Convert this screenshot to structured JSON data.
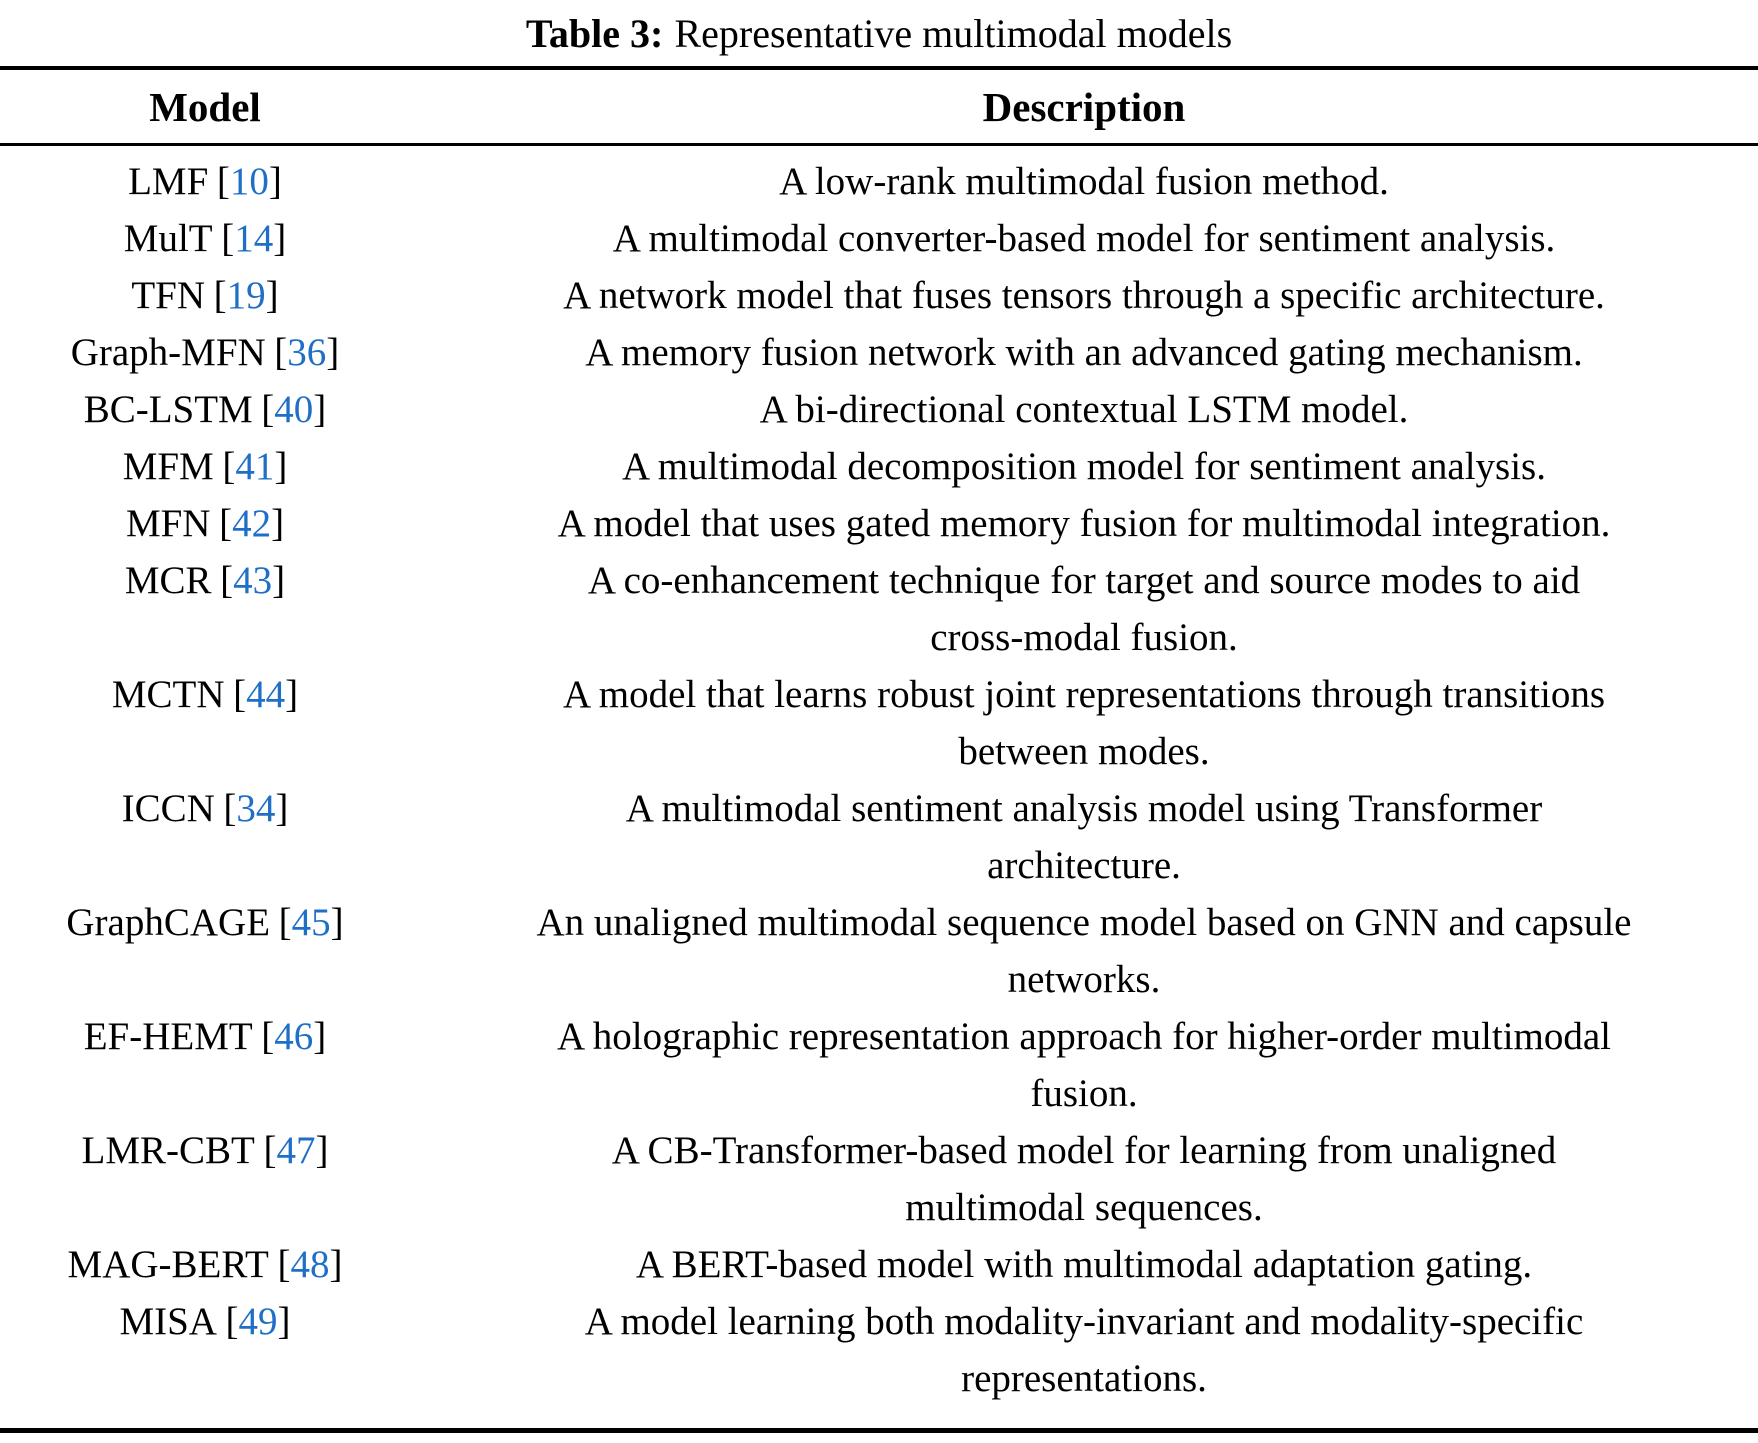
{
  "caption": {
    "label": "Table 3:",
    "text": "Representative multimodal models"
  },
  "colors": {
    "citation_link": "#1f6fc6",
    "text": "#000000",
    "background": "#ffffff"
  },
  "table": {
    "citation_brackets": [
      "[",
      "]"
    ],
    "headers": {
      "model": "Model",
      "description": "Description"
    },
    "rows": [
      {
        "model": "LMF",
        "cite": "10",
        "description": "A low-rank multimodal fusion method."
      },
      {
        "model": "MulT",
        "cite": "14",
        "description": "A multimodal converter-based model for sentiment analysis."
      },
      {
        "model": "TFN",
        "cite": "19",
        "description": "A network model that fuses tensors through a specific architecture."
      },
      {
        "model": "Graph-MFN",
        "cite": "36",
        "description": "A memory fusion network with an advanced gating mechanism."
      },
      {
        "model": "BC-LSTM",
        "cite": "40",
        "description": "A bi-directional contextual LSTM model."
      },
      {
        "model": "MFM",
        "cite": "41",
        "description": "A multimodal decomposition model for sentiment analysis."
      },
      {
        "model": "MFN",
        "cite": "42",
        "description": "A model that uses gated memory fusion for multimodal integration."
      },
      {
        "model": "MCR",
        "cite": "43",
        "description": "A co-enhancement technique for target and source modes to aid\ncross-modal fusion."
      },
      {
        "model": "MCTN",
        "cite": "44",
        "description": "A model that learns robust joint representations through transitions\nbetween modes."
      },
      {
        "model": "ICCN",
        "cite": "34",
        "description": "A multimodal sentiment analysis model using Transformer\narchitecture."
      },
      {
        "model": "GraphCAGE",
        "cite": "45",
        "description": "An unaligned multimodal sequence model based on GNN and capsule\nnetworks."
      },
      {
        "model": "EF-HEMT",
        "cite": "46",
        "description": "A holographic representation approach for higher-order multimodal\nfusion."
      },
      {
        "model": "LMR-CBT",
        "cite": "47",
        "description": "A CB-Transformer-based model for learning from unaligned\nmultimodal sequences."
      },
      {
        "model": "MAG-BERT",
        "cite": "48",
        "description": "A BERT-based model with multimodal adaptation gating."
      },
      {
        "model": "MISA",
        "cite": "49",
        "description": "A model learning both modality-invariant and modality-specific\nrepresentations."
      }
    ]
  }
}
